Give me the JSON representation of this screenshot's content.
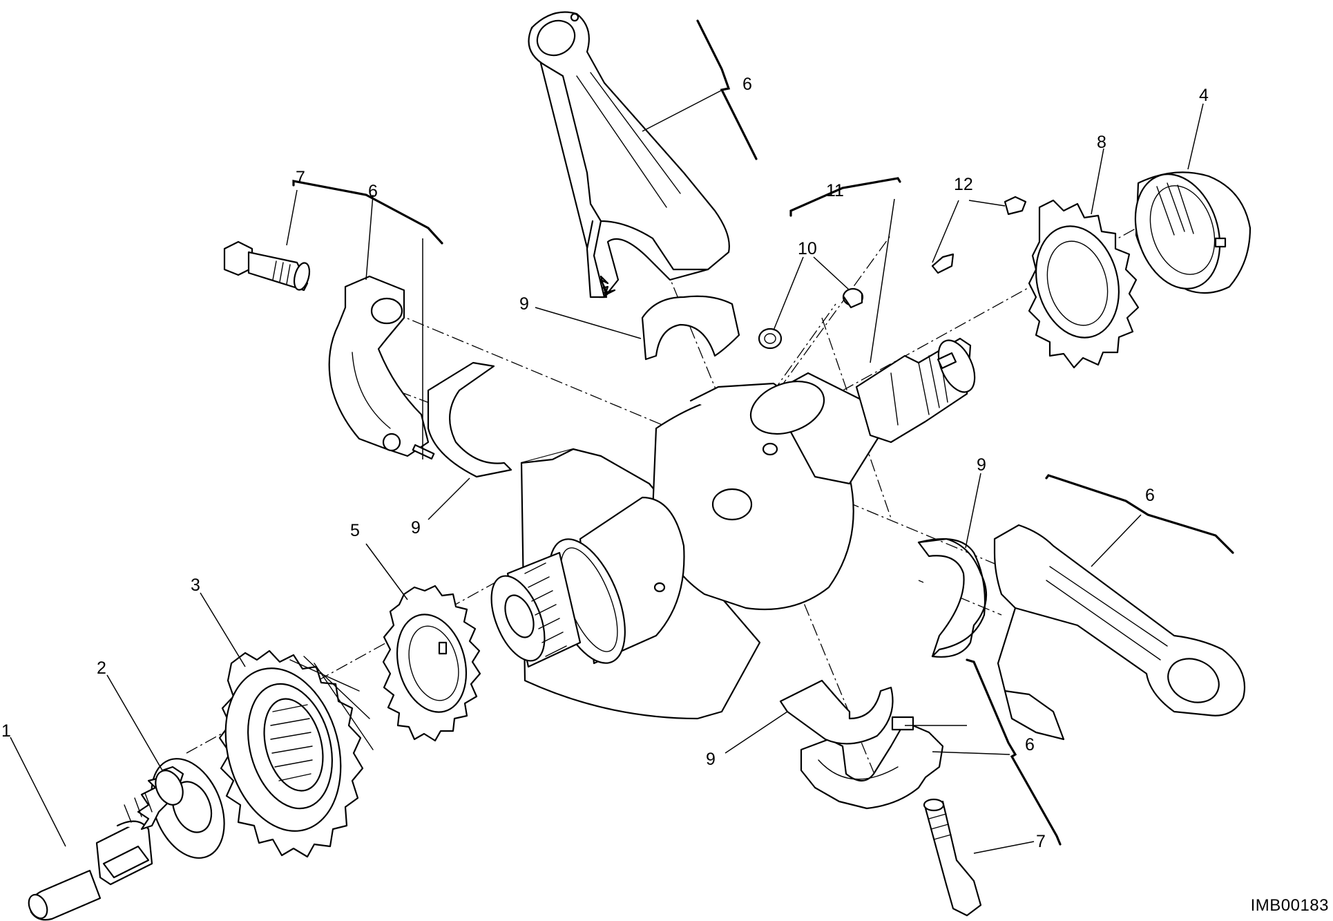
{
  "diagram_id": "IMB00183",
  "callouts": {
    "c1": "1",
    "c2": "2",
    "c3": "3",
    "c4": "4",
    "c5": "5",
    "c6_top": "6",
    "c6_left": "6",
    "c6_right": "6",
    "c6_bottom": "6",
    "c7_left": "7",
    "c7_bottom": "7",
    "c8": "8",
    "c9_top": "9",
    "c9_left": "9",
    "c9_right": "9",
    "c9_bottom": "9",
    "c10": "10",
    "c11": "11",
    "c12": "12"
  },
  "parts": [
    {
      "ref": "1",
      "icon": "flange-bolt-icon"
    },
    {
      "ref": "2",
      "icon": "washer-icon"
    },
    {
      "ref": "3",
      "icon": "primary-drive-gear-icon"
    },
    {
      "ref": "4",
      "icon": "ring-nut-icon"
    },
    {
      "ref": "5",
      "icon": "timing-gear-icon"
    },
    {
      "ref": "6",
      "icon": "connecting-rod-icon"
    },
    {
      "ref": "7",
      "icon": "rod-bolt-icon"
    },
    {
      "ref": "8",
      "icon": "sprocket-gear-icon"
    },
    {
      "ref": "9",
      "icon": "bearing-shell-icon"
    },
    {
      "ref": "10",
      "icon": "plug-screw-icon"
    },
    {
      "ref": "11",
      "icon": "crankshaft-icon"
    },
    {
      "ref": "12",
      "icon": "key-icon"
    }
  ]
}
